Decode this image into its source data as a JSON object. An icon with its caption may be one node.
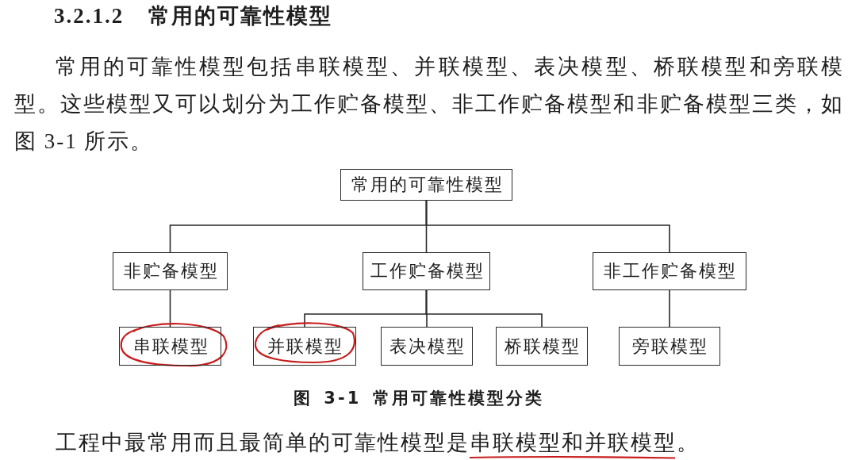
{
  "diagram": {
    "title": "3.2.1.2 常用的可靠性模型",
    "nodes": [
      {
        "text": [
          "常用的可靠性模型"
        ]
      },
      {
        "text": [
          "非贮备模型"
        ]
      },
      {
        "text": [
          "工作贮备模型"
        ]
      },
      {
        "text": [
          "非工作贮备模型"
        ]
      },
      {
        "text": [
          "串联模型"
        ]
      },
      {
        "text": [
          "并联模型"
        ]
      },
      {
        "text": [
          "表决模型"
        ]
      },
      {
        "text": [
          "桥联模型"
        ]
      },
      {
        "text": [
          "旁联模型"
        ]
      }
    ],
    "edges": [
      {
        "from": 0,
        "to": 1,
        "arrow": "none"
      },
      {
        "from": 0,
        "to": 2,
        "arrow": "none"
      },
      {
        "from": 0,
        "to": 3,
        "arrow": "none"
      },
      {
        "from": 1,
        "to": 4,
        "arrow": "none"
      },
      {
        "from": 2,
        "to": 5,
        "arrow": "none"
      },
      {
        "from": 2,
        "to": 6,
        "arrow": "none"
      },
      {
        "from": 2,
        "to": 7,
        "arrow": "none"
      },
      {
        "from": 3,
        "to": 8,
        "arrow": "none"
      }
    ],
    "caption": "图 3-1 常用可靠性模型分类",
    "labels": [
      "常用的可靠性模型包括串联模型、并联模型、表决模型、桥联模型和旁联模型。这些模型又可以划分为工作贮备模型、非工作贮备模型和非贮备模型三类，如图 3-1 所示。",
      "工程中最常用而且最简单的可靠性模型是串联模型和并联模型。"
    ]
  }
}
